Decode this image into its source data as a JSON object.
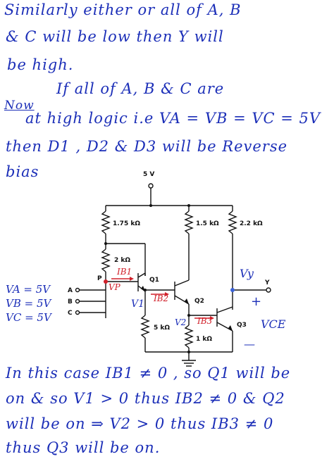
{
  "note": {
    "para1": [
      "Similarly either or all of A, B",
      "& C will be low then Y will",
      "be high."
    ],
    "para2_label": "Now",
    "para2": [
      "If all of A, B & C are",
      "at high logic i.e VA = VB = VC = 5V",
      "then D1 , D2 & D3 will be Reverse",
      "bias"
    ],
    "para3": [
      "In this case IB1 ≠ 0 , so Q1 will be",
      "on & so V1 > 0 thus IB2 ≠ 0 & Q2",
      "will be on ⇒ V2 > 0 thus IB3 ≠ 0",
      "thus Q3 will be on."
    ]
  },
  "circuit": {
    "supply": "5 V",
    "r1": "1.75 kΩ",
    "r2": "2 kΩ",
    "r3": "1.5 kΩ",
    "r4": "2.2 kΩ",
    "r5": "5 kΩ",
    "r6": "1 kΩ",
    "q1": "Q1",
    "q2": "Q2",
    "q3": "Q3",
    "node_p": "P",
    "inputs": [
      "A",
      "B",
      "C"
    ],
    "output": "Y",
    "input_notes": [
      "VA = 5V",
      "VB = 5V",
      "VC = 5V"
    ],
    "annot": {
      "ib1": "IB1",
      "vp": "VP",
      "ib2": "IB2",
      "v1": "V1",
      "v2": "V2",
      "ib3": "IB3",
      "vy": "Vy",
      "plus": "+",
      "vce": "VCE",
      "minus": "—"
    }
  }
}
